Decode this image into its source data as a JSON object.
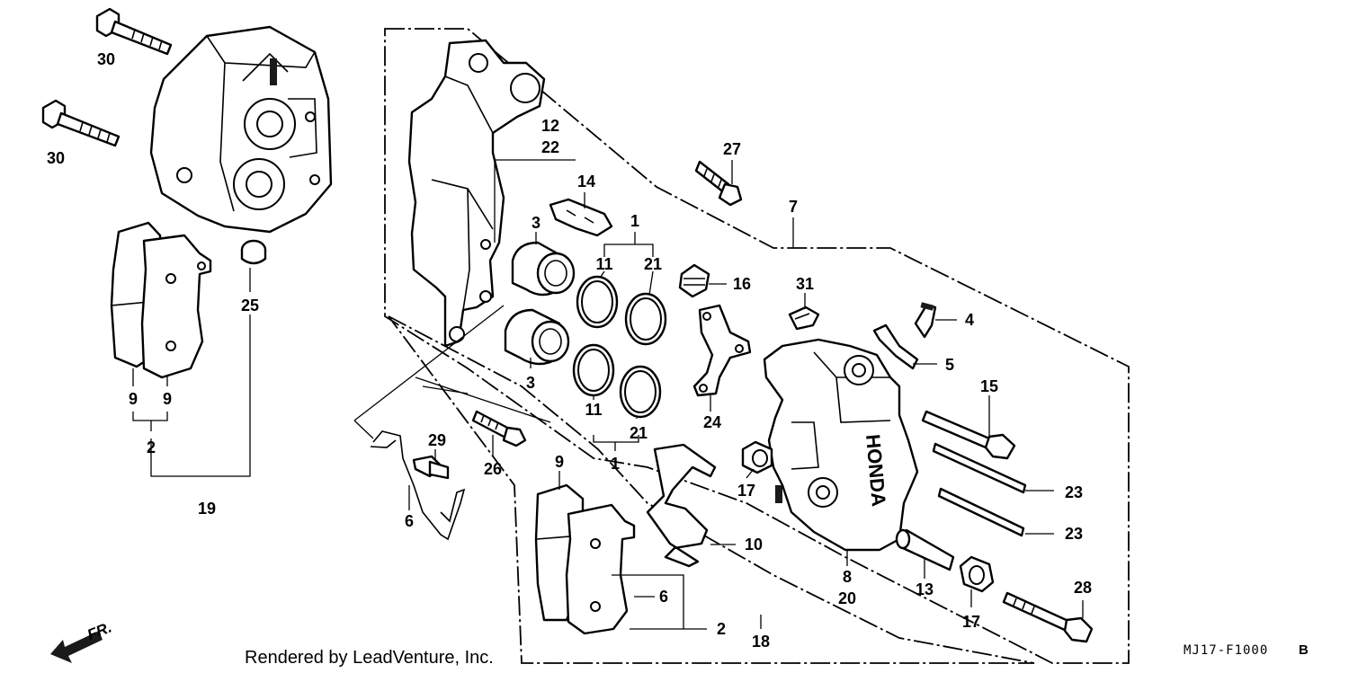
{
  "callouts": [
    {
      "id": "c30a",
      "label": "30"
    },
    {
      "id": "c30b",
      "label": "30"
    },
    {
      "id": "c25",
      "label": "25"
    },
    {
      "id": "c9a",
      "label": "9"
    },
    {
      "id": "c9b",
      "label": "9"
    },
    {
      "id": "c2a",
      "label": "2"
    },
    {
      "id": "c19",
      "label": "19"
    },
    {
      "id": "c12",
      "label": "12"
    },
    {
      "id": "c22",
      "label": "22"
    },
    {
      "id": "c14",
      "label": "14"
    },
    {
      "id": "c3a",
      "label": "3"
    },
    {
      "id": "c3b",
      "label": "3"
    },
    {
      "id": "c1a",
      "label": "1"
    },
    {
      "id": "c11a",
      "label": "11"
    },
    {
      "id": "c21a",
      "label": "21"
    },
    {
      "id": "c11b",
      "label": "11"
    },
    {
      "id": "c21b",
      "label": "21"
    },
    {
      "id": "c1b",
      "label": "1"
    },
    {
      "id": "c27",
      "label": "27"
    },
    {
      "id": "c7",
      "label": "7"
    },
    {
      "id": "c16",
      "label": "16"
    },
    {
      "id": "c31",
      "label": "31"
    },
    {
      "id": "c4",
      "label": "4"
    },
    {
      "id": "c5",
      "label": "5"
    },
    {
      "id": "c24",
      "label": "24"
    },
    {
      "id": "c15",
      "label": "15"
    },
    {
      "id": "c29",
      "label": "29"
    },
    {
      "id": "c26",
      "label": "26"
    },
    {
      "id": "c6a",
      "label": "6"
    },
    {
      "id": "c9c",
      "label": "9"
    },
    {
      "id": "c17a",
      "label": "17"
    },
    {
      "id": "c23a",
      "label": "23"
    },
    {
      "id": "c23b",
      "label": "23"
    },
    {
      "id": "c10",
      "label": "10"
    },
    {
      "id": "c6b",
      "label": "6"
    },
    {
      "id": "c8",
      "label": "8"
    },
    {
      "id": "c20",
      "label": "20"
    },
    {
      "id": "c13",
      "label": "13"
    },
    {
      "id": "c17b",
      "label": "17"
    },
    {
      "id": "c28",
      "label": "28"
    },
    {
      "id": "c2b",
      "label": "2"
    },
    {
      "id": "c18",
      "label": "18"
    }
  ],
  "caliper_brand": "HONDA",
  "front_indicator": "FR.",
  "footer": {
    "credit": "Rendered by LeadVenture, Inc.",
    "diagram_code": "MJ17-F1000",
    "diagram_code_suffix": "B"
  }
}
